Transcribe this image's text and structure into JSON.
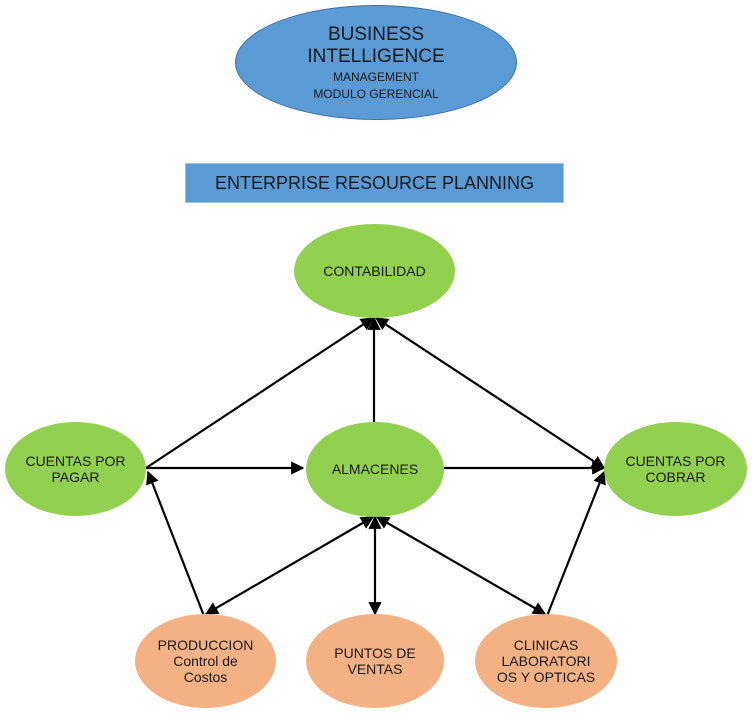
{
  "header": {
    "title": "BUSINESS INTELLIGENCE",
    "line1": "MANAGEMENT",
    "line2": "MODULO GERENCIAL"
  },
  "banner": "ENTERPRISE RESOURCE PLANNING",
  "nodes": {
    "contabilidad": "CONTABILIDAD",
    "cuentas_pagar": "CUENTAS POR PAGAR",
    "almacenes": "ALMACENES",
    "cuentas_cobrar": "CUENTAS POR COBRAR",
    "produccion_title": "PRODUCCION",
    "produccion_sub": "Control de Costos",
    "puntos_ventas": "PUNTOS DE VENTAS",
    "clinicas": "CLINICAS LABORATORI OS Y OPTICAS"
  },
  "colors": {
    "blue": "#5b9bd5",
    "green": "#92d050",
    "orange": "#f4b183",
    "arrow": "#000000"
  }
}
